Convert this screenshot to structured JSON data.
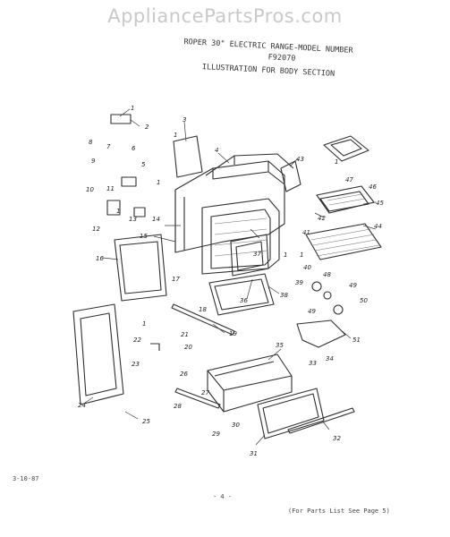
{
  "watermark": "AppliancePartsPros.com",
  "header": {
    "line1": "ROPER 30\" ELECTRIC RANGE-MODEL NUMBER",
    "line2": "F92070",
    "line3": "ILLUSTRATION FOR BODY SECTION"
  },
  "footer": {
    "date": "3-10-87",
    "page": "- 4 -",
    "note": "(For Parts List See Page 5)"
  },
  "callouts": [
    "1",
    "2",
    "3",
    "1",
    "4",
    "5",
    "6",
    "7",
    "8",
    "9",
    "10",
    "11",
    "1",
    "12",
    "13",
    "14",
    "15",
    "16",
    "17",
    "1",
    "18",
    "19",
    "20",
    "21",
    "22",
    "23",
    "24",
    "25",
    "26",
    "27",
    "28",
    "29",
    "30",
    "31",
    "32",
    "33",
    "34",
    "35",
    "36",
    "37",
    "38",
    "1",
    "39",
    "40",
    "41",
    "42",
    "43",
    "44",
    "45",
    "46",
    "47",
    "48",
    "49",
    "49",
    "50",
    "51",
    "1",
    "1",
    "1"
  ]
}
